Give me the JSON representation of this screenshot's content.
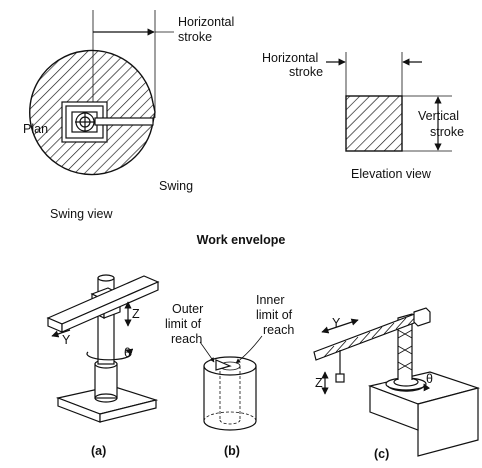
{
  "top_left": {
    "horizontal_stroke_line1": "Horizontal",
    "horizontal_stroke_line2": "stroke",
    "plan": "Plan",
    "swing": "Swing",
    "swing_view": "Swing view"
  },
  "top_right": {
    "horizontal_stroke_line1": "Horizontal",
    "horizontal_stroke_line2": "stroke",
    "vertical_stroke_line1": "Vertical",
    "vertical_stroke_line2": "stroke",
    "elevation_view": "Elevation view"
  },
  "heading": "Work envelope",
  "fig_a": {
    "z": "Z",
    "y": "Y",
    "theta": "θ",
    "caption": "(a)"
  },
  "fig_b": {
    "outer_line1": "Outer",
    "outer_line2": "limit of",
    "outer_line3": "reach",
    "inner_line1": "Inner",
    "inner_line2": "limit of",
    "inner_line3": "reach",
    "caption": "(b)"
  },
  "fig_c": {
    "y": "Y",
    "z": "Z",
    "theta": "θ",
    "caption": "(c)"
  }
}
